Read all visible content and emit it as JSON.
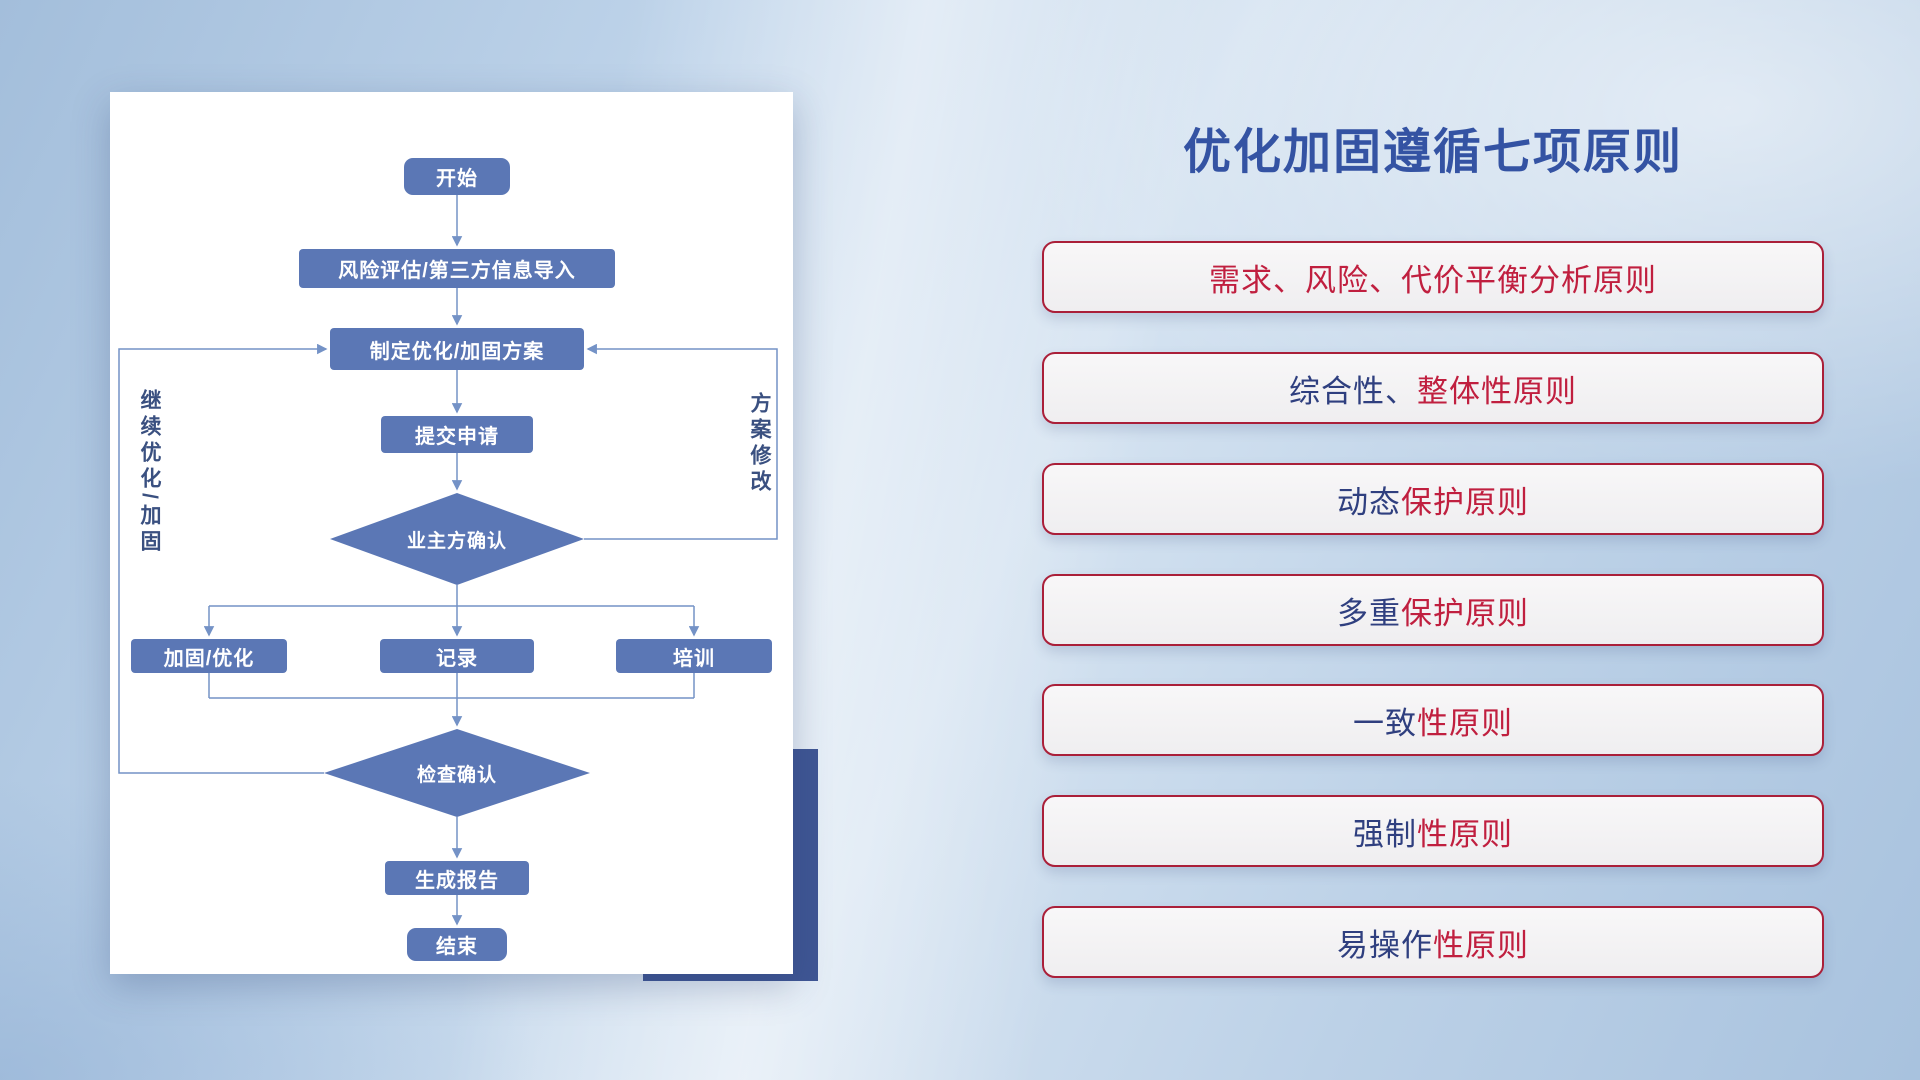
{
  "slide": {
    "title": "优化加固遵循七项原则"
  },
  "flowchart": {
    "nodes": {
      "start": "开始",
      "risk_import": "风险评估/第三方信息导入",
      "make_plan": "制定优化/加固方案",
      "submit": "提交申请",
      "owner_confirm": "业主方确认",
      "reinforce": "加固/优化",
      "record": "记录",
      "train": "培训",
      "check_confirm": "检查确认",
      "report": "生成报告",
      "end": "结束"
    },
    "edge_labels": {
      "continue_optimize": "继续优化/加固",
      "plan_modify": "方案修改"
    }
  },
  "principles": [
    {
      "prefix": "",
      "highlight": "需求、风险、代价平衡分析原则"
    },
    {
      "prefix": "综合性、",
      "highlight": "整体性原则"
    },
    {
      "prefix": "动态",
      "highlight": "保护原则"
    },
    {
      "prefix": "多重",
      "highlight": "保护原则"
    },
    {
      "prefix": "一致",
      "highlight": "性原则"
    },
    {
      "prefix": "强制",
      "highlight": "性原则"
    },
    {
      "prefix": "易操作",
      "highlight": "性原则"
    }
  ],
  "colors": {
    "node_fill": "#5b77b5",
    "node_text": "#ffffff",
    "connector": "#7492c6",
    "card_accent": "#3f5694",
    "edge_label": "#3a5080",
    "title_text": "#3453a3",
    "principle_text": "#2f3f7f",
    "principle_highlight": "#c01f3f",
    "pill_border": "#aa1f39"
  }
}
